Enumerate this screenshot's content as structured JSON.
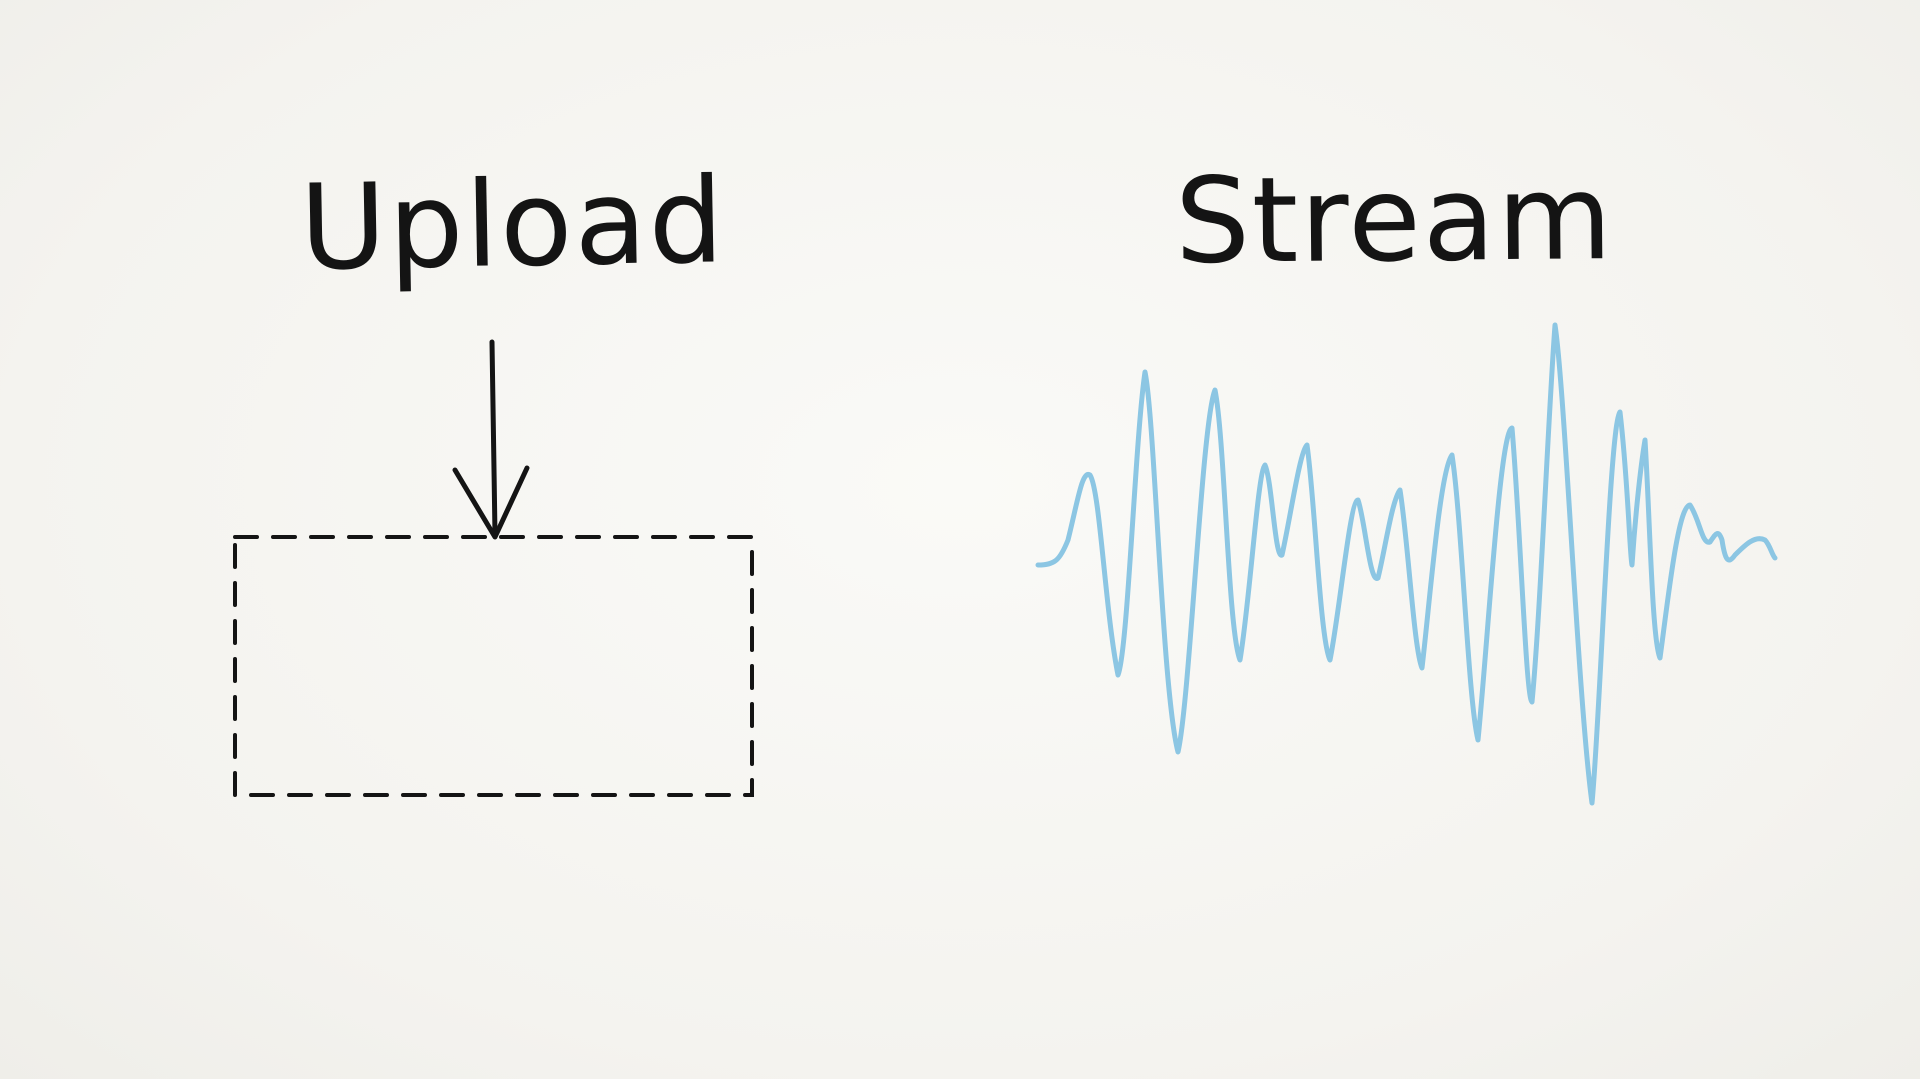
{
  "labels": {
    "upload": "Upload",
    "stream": "Stream"
  },
  "colors": {
    "ink": "#141414",
    "waveform": "#8cc6e3",
    "paper": "#f6f5f2"
  },
  "icons": {
    "upload_arrow": "down-arrow-icon",
    "upload_target": "dashed-drop-zone",
    "stream_signal": "waveform-icon"
  }
}
